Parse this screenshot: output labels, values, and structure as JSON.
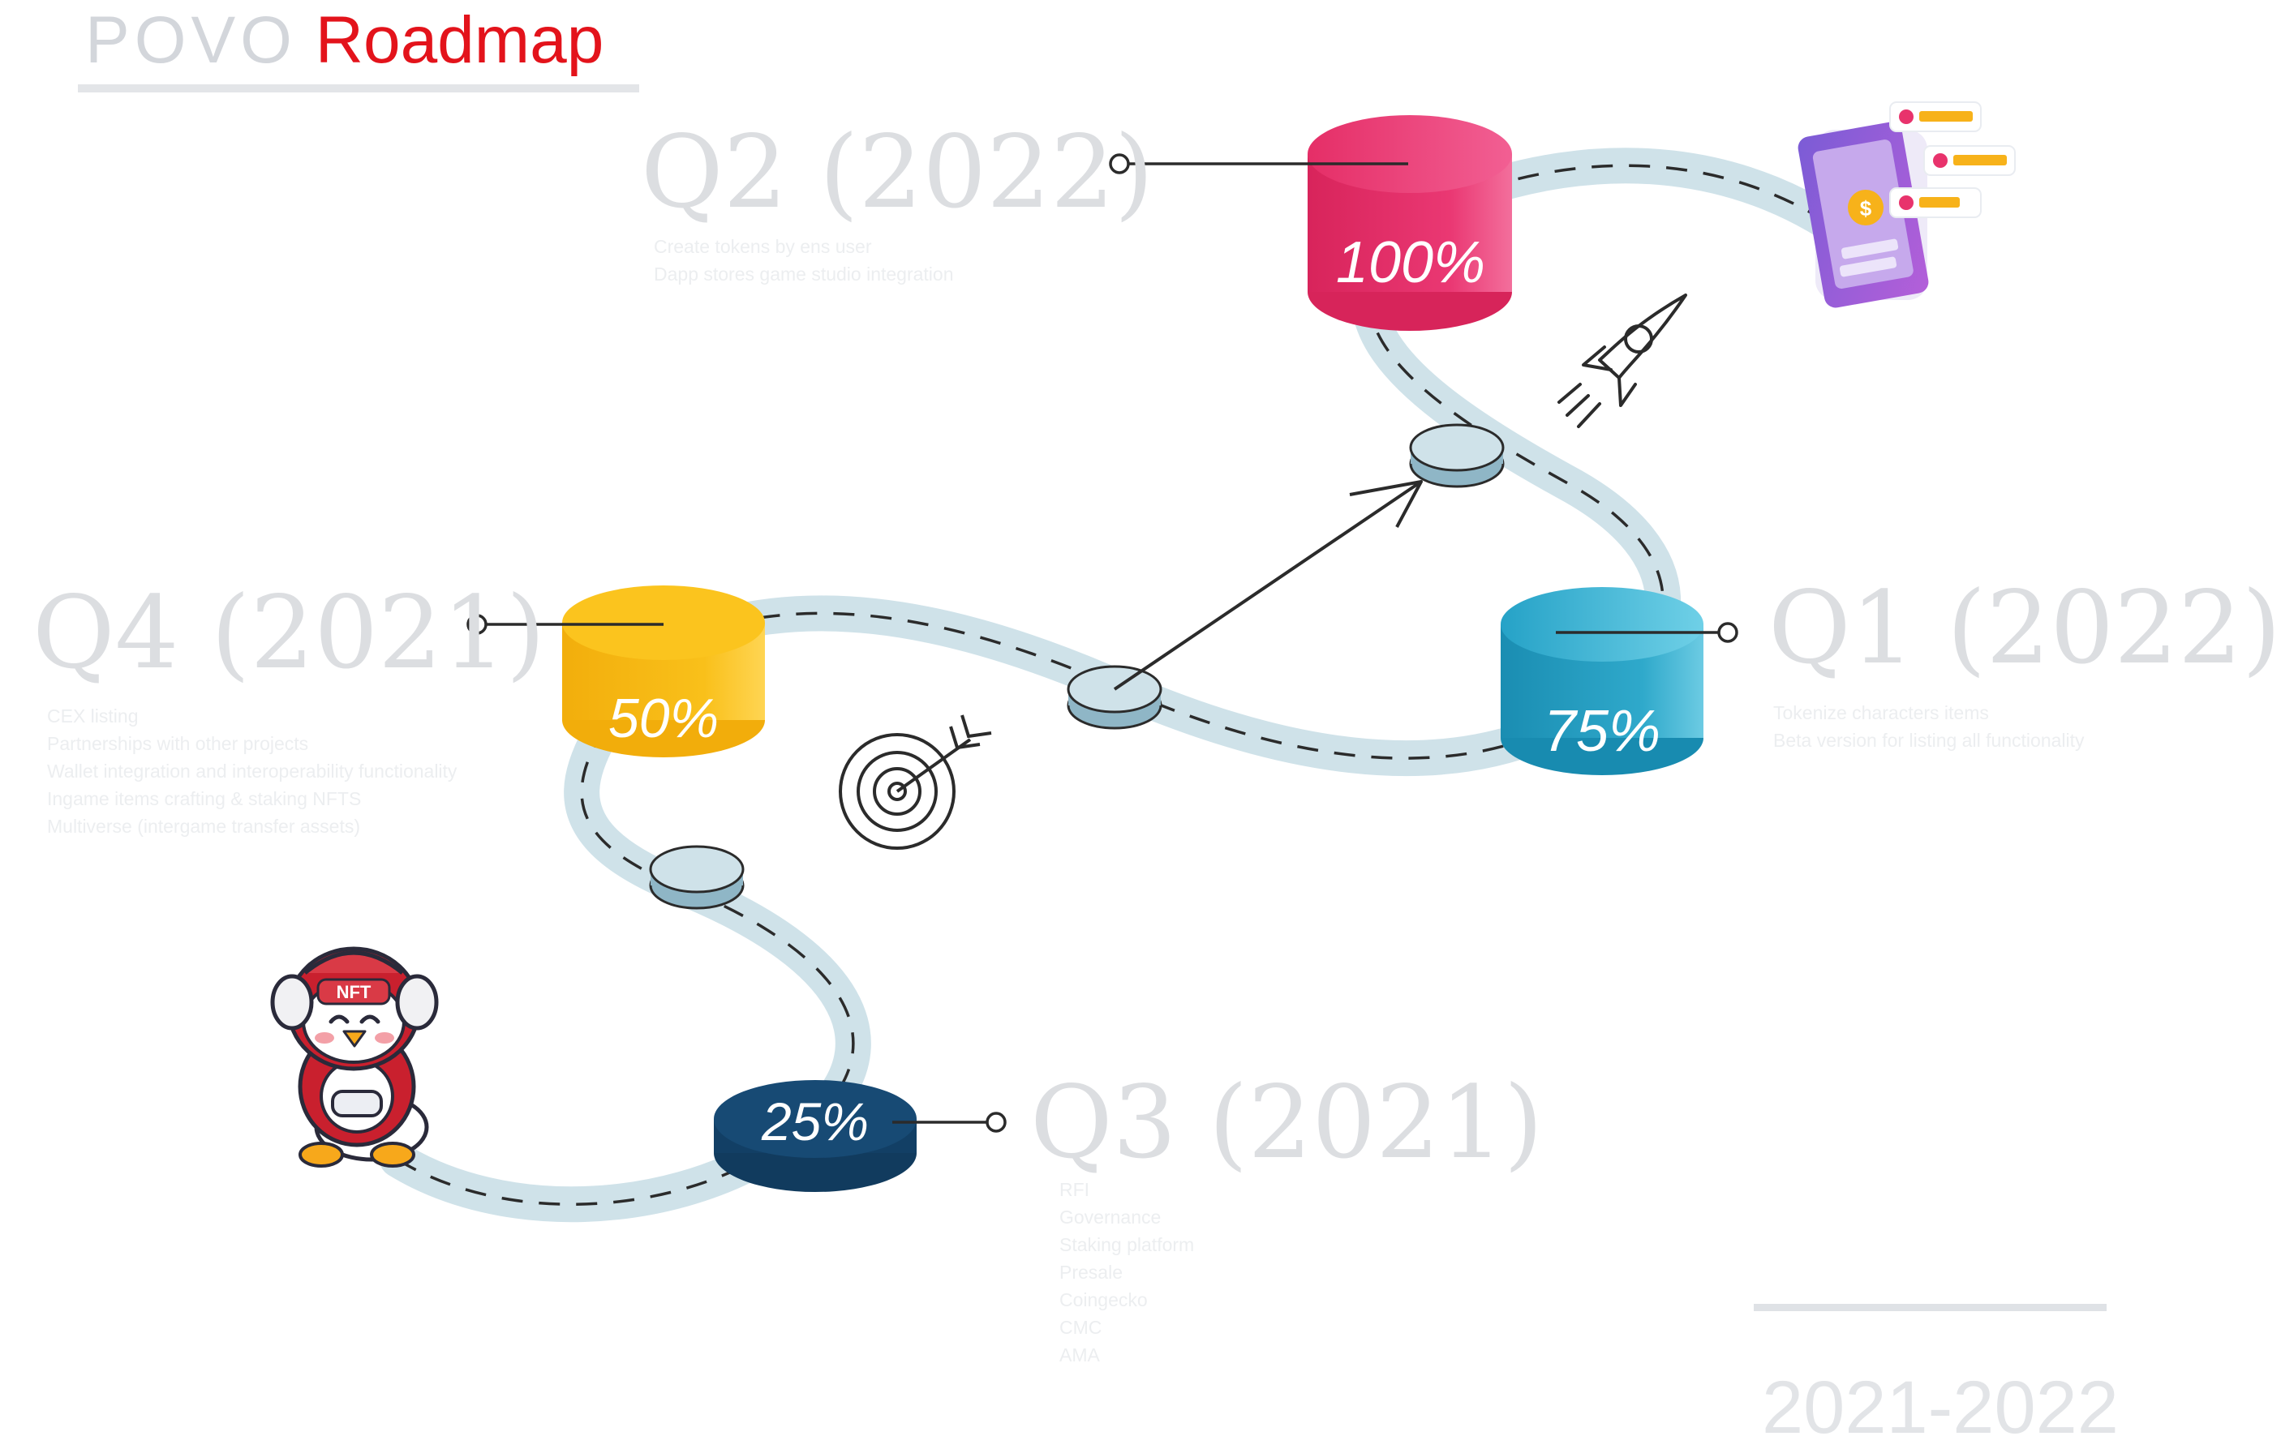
{
  "title": {
    "brand": "POVO",
    "word": "Roadmap"
  },
  "milestones": [
    {
      "id": "q2-2022",
      "quarter": "Q2 (2022)",
      "percent": "100%",
      "color": "#e8336c",
      "items": [
        "Create tokens by ens user",
        "Dapp stores game studio integration"
      ]
    },
    {
      "id": "q1-2022",
      "quarter": "Q1 (2022)",
      "percent": "75%",
      "color": "#2aa3c6",
      "items": [
        "Tokenize characters items",
        "Beta version for listing all functionality"
      ]
    },
    {
      "id": "q4-2021",
      "quarter": "Q4 (2021)",
      "percent": "50%",
      "color": "#f8bf14",
      "items": [
        "CEX listing",
        "Partnerships with other projects",
        "Wallet integration and interoperability functionality",
        "Ingame items crafting & staking NFTS",
        "Multiverse (intergame transfer assets)"
      ]
    },
    {
      "id": "q3-2021",
      "quarter": "Q3 (2021)",
      "percent": "25%",
      "color": "#164a74",
      "items": [
        "RFI",
        "Governance",
        "Staking platform",
        "Presale",
        "Coingecko",
        "CMC",
        "AMA"
      ]
    }
  ],
  "mascot": {
    "badge_text": "NFT",
    "icon": "penguin-gamer-mascot-icon"
  },
  "icons": [
    "rocket-icon",
    "target-icon",
    "phone-review-icon"
  ],
  "year_range": "2021-2022"
}
